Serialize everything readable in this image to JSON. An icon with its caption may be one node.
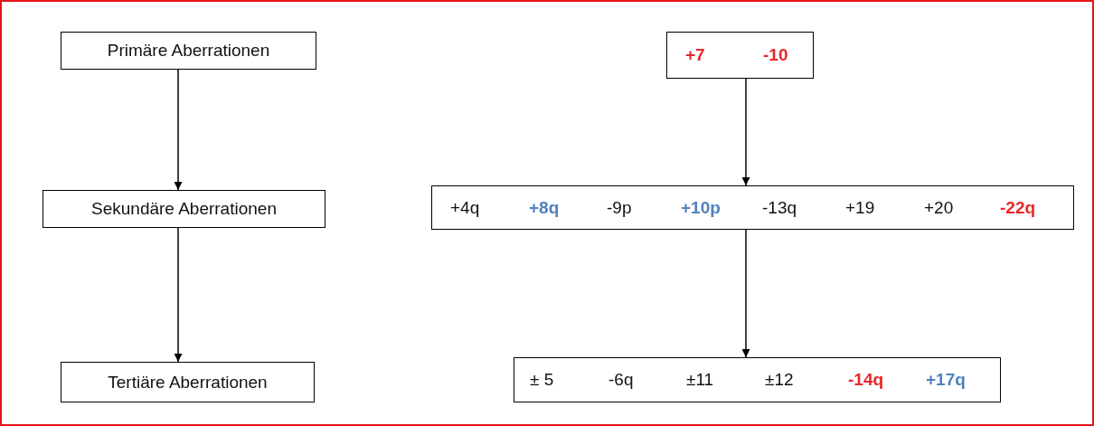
{
  "diagram": {
    "nodes": [
      {
        "text": [
          "Primäre Aberrationen"
        ]
      },
      {
        "text": [
          "Sekundäre Aberrationen"
        ]
      },
      {
        "text": [
          "Tertiäre Aberrationen"
        ]
      },
      {
        "text": [
          "+7",
          "-10"
        ]
      },
      {
        "text": [
          "+4q",
          "+8q",
          "-9p",
          "+10p",
          "-13q",
          "+19",
          "+20",
          "-22q"
        ]
      },
      {
        "text": [
          "± 5",
          "-6q",
          "±11",
          "±12",
          "-14q",
          "+17q"
        ]
      }
    ],
    "edges": [
      {
        "from": 0,
        "to": 1,
        "arrow": "to"
      },
      {
        "from": 1,
        "to": 2,
        "arrow": "to"
      },
      {
        "from": 3,
        "to": 4,
        "arrow": "to"
      },
      {
        "from": 4,
        "to": 5,
        "arrow": "to"
      }
    ]
  }
}
